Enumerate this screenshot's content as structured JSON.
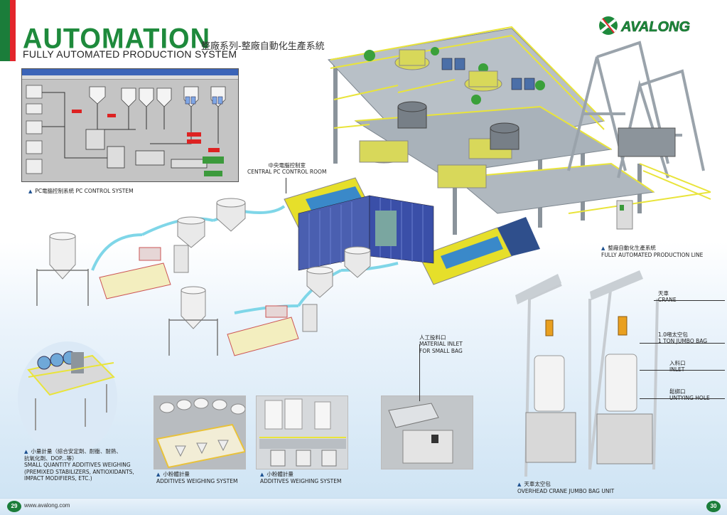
{
  "header": {
    "title": "AUTOMATION",
    "title_cn": "整廠系列-整廠自動化生產系統",
    "subtitle": "FULLY AUTOMATED PRODUCTION SYSTEM",
    "logo_text": "AVALONG"
  },
  "captions": {
    "pc_control": "PC電腦控制系統 PC CONTROL SYSTEM",
    "central_pc_cn": "中央電腦控制室",
    "central_pc_en": "CENTRAL PC CONTROL ROOM",
    "line_cn": "整廠自動化生產系統",
    "line_en": "FULLY AUTOMATED PRODUCTION LINE",
    "crane_cn": "天車",
    "crane_en": "CRANE",
    "jumbo_cn": "1.0噸太空包",
    "jumbo_en": "1 TON JUMBO BAG",
    "inlet_cn": "入料口",
    "inlet_en": "INLET",
    "untie_cn": "鬆綁口",
    "untie_en": "UNTYING HOLE",
    "material_cn": "人工投料口",
    "material_en1": "MATERIAL INLET",
    "material_en2": "FOR SMALL BAG",
    "small_cn1": "小量計量（綜合安定劑、耐衝、耐熱、",
    "small_cn2": "抗氧化劑、DOP...等）",
    "small_en1": "SMALL QUANTITY ADDITIVES WEIGHING",
    "small_en2": "(PREMIXED STABILIZERS, ANTIOXIDANTS,",
    "small_en3": "IMPACT MODIFIERS, ETC.)",
    "add1_cn": "小粉體計量",
    "add1_en": "ADDITIVES WEIGHING SYSTEM",
    "add2_cn": "小粉體計量",
    "add2_en": "ADDITIVES WEIGHING SYSTEM",
    "ocj_cn": "天車太空包",
    "ocj_en": "OVERHEAD CRANE JUMBO BAG UNIT"
  },
  "footer": {
    "page_left": "29",
    "page_right": "30",
    "url": "www.avalong.com"
  },
  "colors": {
    "brand_green": "#1e8a3c",
    "brand_red": "#e3262c",
    "frame_gray": "#9aa3ab",
    "rail_yellow": "#e9e43a",
    "extruder_yellow": "#e6df2a",
    "control_blue": "#3a4fa8",
    "hose_cyan": "#7fd6e8"
  },
  "icons": [
    "triangle-bullet-icon",
    "avalong-logo-icon"
  ]
}
